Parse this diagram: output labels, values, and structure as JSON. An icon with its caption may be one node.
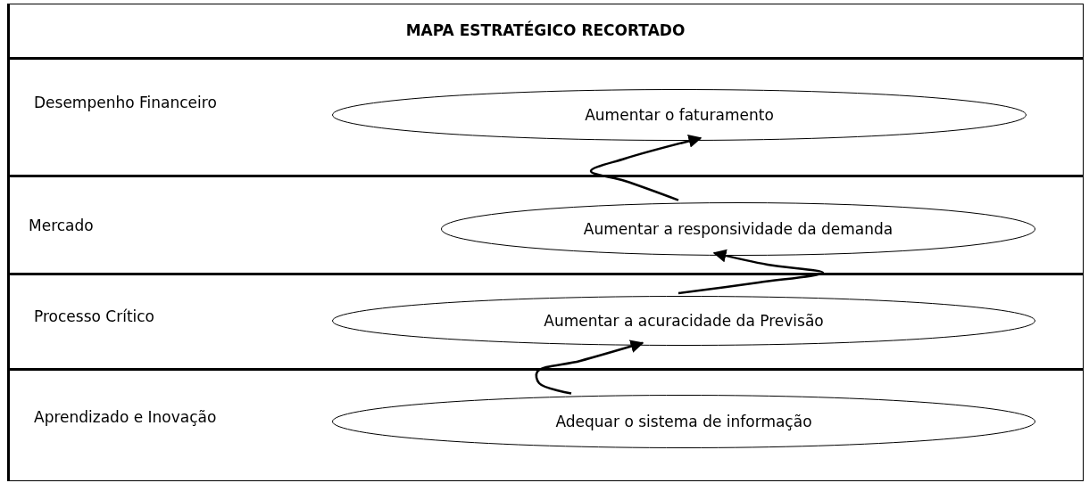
{
  "diagram": {
    "title": "MAPA ESTRATÉGICO RECORTADO",
    "nodes": [
      {
        "text": [
          "Desempenho Financeiro"
        ]
      },
      {
        "text": [
          "Aumentar o faturamento"
        ],
        "in": 0
      },
      {
        "text": [
          "Mercado"
        ]
      },
      {
        "text": [
          "Aumentar a responsividade da demanda"
        ],
        "in": 2
      },
      {
        "text": [
          "Processo Crítico"
        ]
      },
      {
        "text": [
          "Aumentar a acuracidade da Previsão"
        ],
        "in": 4
      },
      {
        "text": [
          "Aprendizado e Inovação"
        ]
      },
      {
        "text": [
          "Adequar o sistema de informação"
        ],
        "in": 6
      }
    ],
    "edges": [
      {
        "from": 3,
        "to": 1,
        "arrow": "to"
      },
      {
        "from": 5,
        "to": 3,
        "arrow": "to"
      },
      {
        "from": 7,
        "to": 5,
        "arrow": "to"
      }
    ]
  }
}
